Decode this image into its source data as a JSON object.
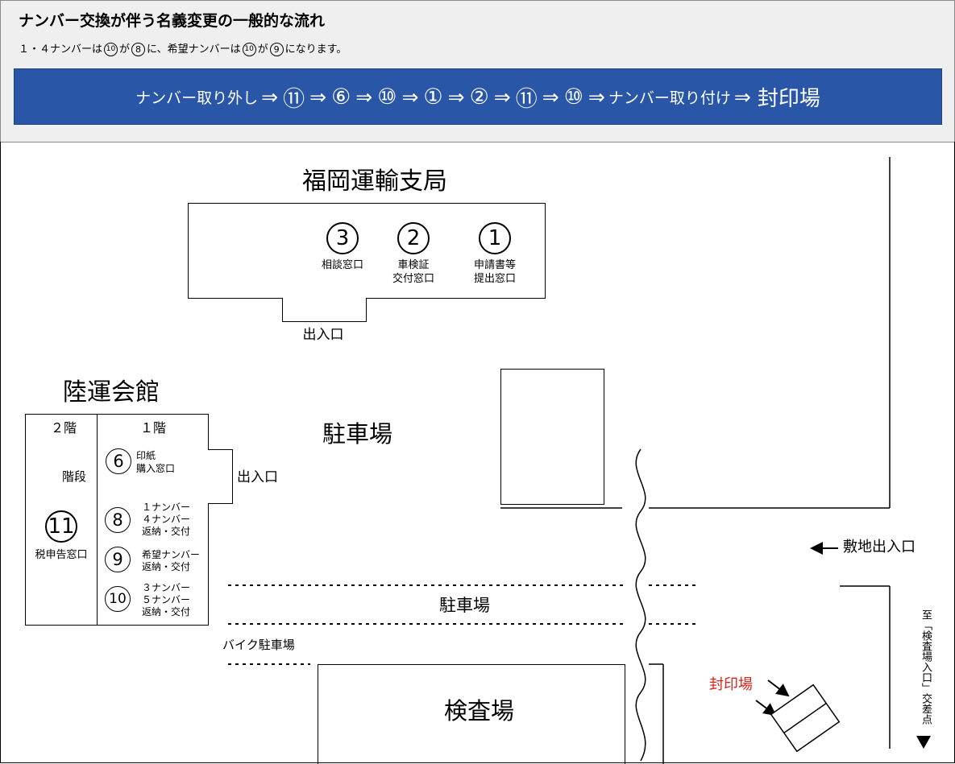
{
  "header": {
    "title": "ナンバー交換が伴う名義変更の一般的な流れ",
    "note_prefix": "１・４ナンバーは",
    "note_num_a": "10",
    "note_ga1": "が",
    "note_num_b": "8",
    "note_mid": "に、希望ナンバーは",
    "note_num_c": "10",
    "note_ga2": "が",
    "note_num_d": "9",
    "note_suffix": "になります。"
  },
  "flow": {
    "start": "ナンバー取り外し",
    "arrow": "⇒",
    "steps": [
      "⑪",
      "⑥",
      "⑩",
      "①",
      "②",
      "⑪",
      "⑩"
    ],
    "attach": "ナンバー取り付け",
    "end": "封印場"
  },
  "fukuoka": {
    "title": "福岡運輸支局",
    "windows": [
      {
        "num": "3",
        "line1": "相談窓口",
        "line2": ""
      },
      {
        "num": "2",
        "line1": "車検証",
        "line2": "交付窓口"
      },
      {
        "num": "1",
        "line1": "申請書等",
        "line2": "提出窓口"
      }
    ],
    "entrance": "出入口"
  },
  "rikuun": {
    "title": "陸運会館",
    "floor2": "２階",
    "floor1": "１階",
    "stairs": "階段",
    "win11_num": "11",
    "win11_label": "税申告窓口",
    "win6_num": "6",
    "win6_l1": "印紙",
    "win6_l2": "購入窓口",
    "win8_num": "8",
    "win8_l1": "１ナンバー",
    "win8_l2": "４ナンバー",
    "win8_l3": "返納・交付",
    "win9_num": "9",
    "win9_l1": "希望ナンバー",
    "win9_l2": "返納・交付",
    "win10_num": "10",
    "win10_l1": "３ナンバー",
    "win10_l2": "５ナンバー",
    "win10_l3": "返納・交付",
    "entrance": "出入口"
  },
  "map": {
    "parking_main": "駐車場",
    "parking_lower": "駐車場",
    "bike_parking": "バイク駐車場",
    "inspection": "検査場",
    "site_entrance": "敷地出入口",
    "seal_area": "封印場",
    "direction_vertical": "至「検査場入口」交差点",
    "seal_color": "#d9261c",
    "flow_color": "#2a56a8"
  }
}
